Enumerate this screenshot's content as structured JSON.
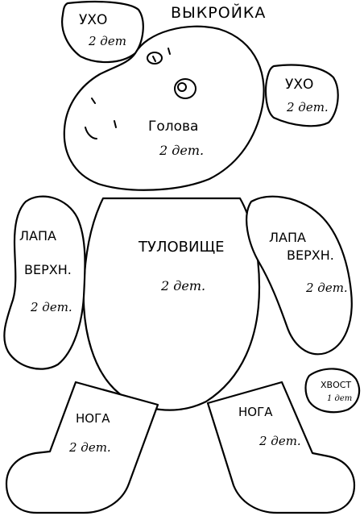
{
  "title": "ВЫКРОЙКА",
  "ear_left": {
    "name": "УХО",
    "count": "2 дет"
  },
  "ear_right": {
    "name": "УХО",
    "count": "2 дет."
  },
  "head": {
    "name": "Голова",
    "count": "2 дет."
  },
  "body": {
    "name": "ТУЛОВИЩЕ",
    "count": "2 дет."
  },
  "paw_left": {
    "name_line1": "ЛАПА",
    "name_line2": "ВЕРХН.",
    "count": "2 дет."
  },
  "paw_right": {
    "name_line1": "ЛАПА",
    "name_line2": "ВЕРХН.",
    "count": "2 дет."
  },
  "tail": {
    "name": "ХВОСТ",
    "count": "1 дет"
  },
  "leg_left": {
    "name": "НОГА",
    "count": "2 дет."
  },
  "leg_right": {
    "name": "НОГА",
    "count": "2 дет."
  }
}
